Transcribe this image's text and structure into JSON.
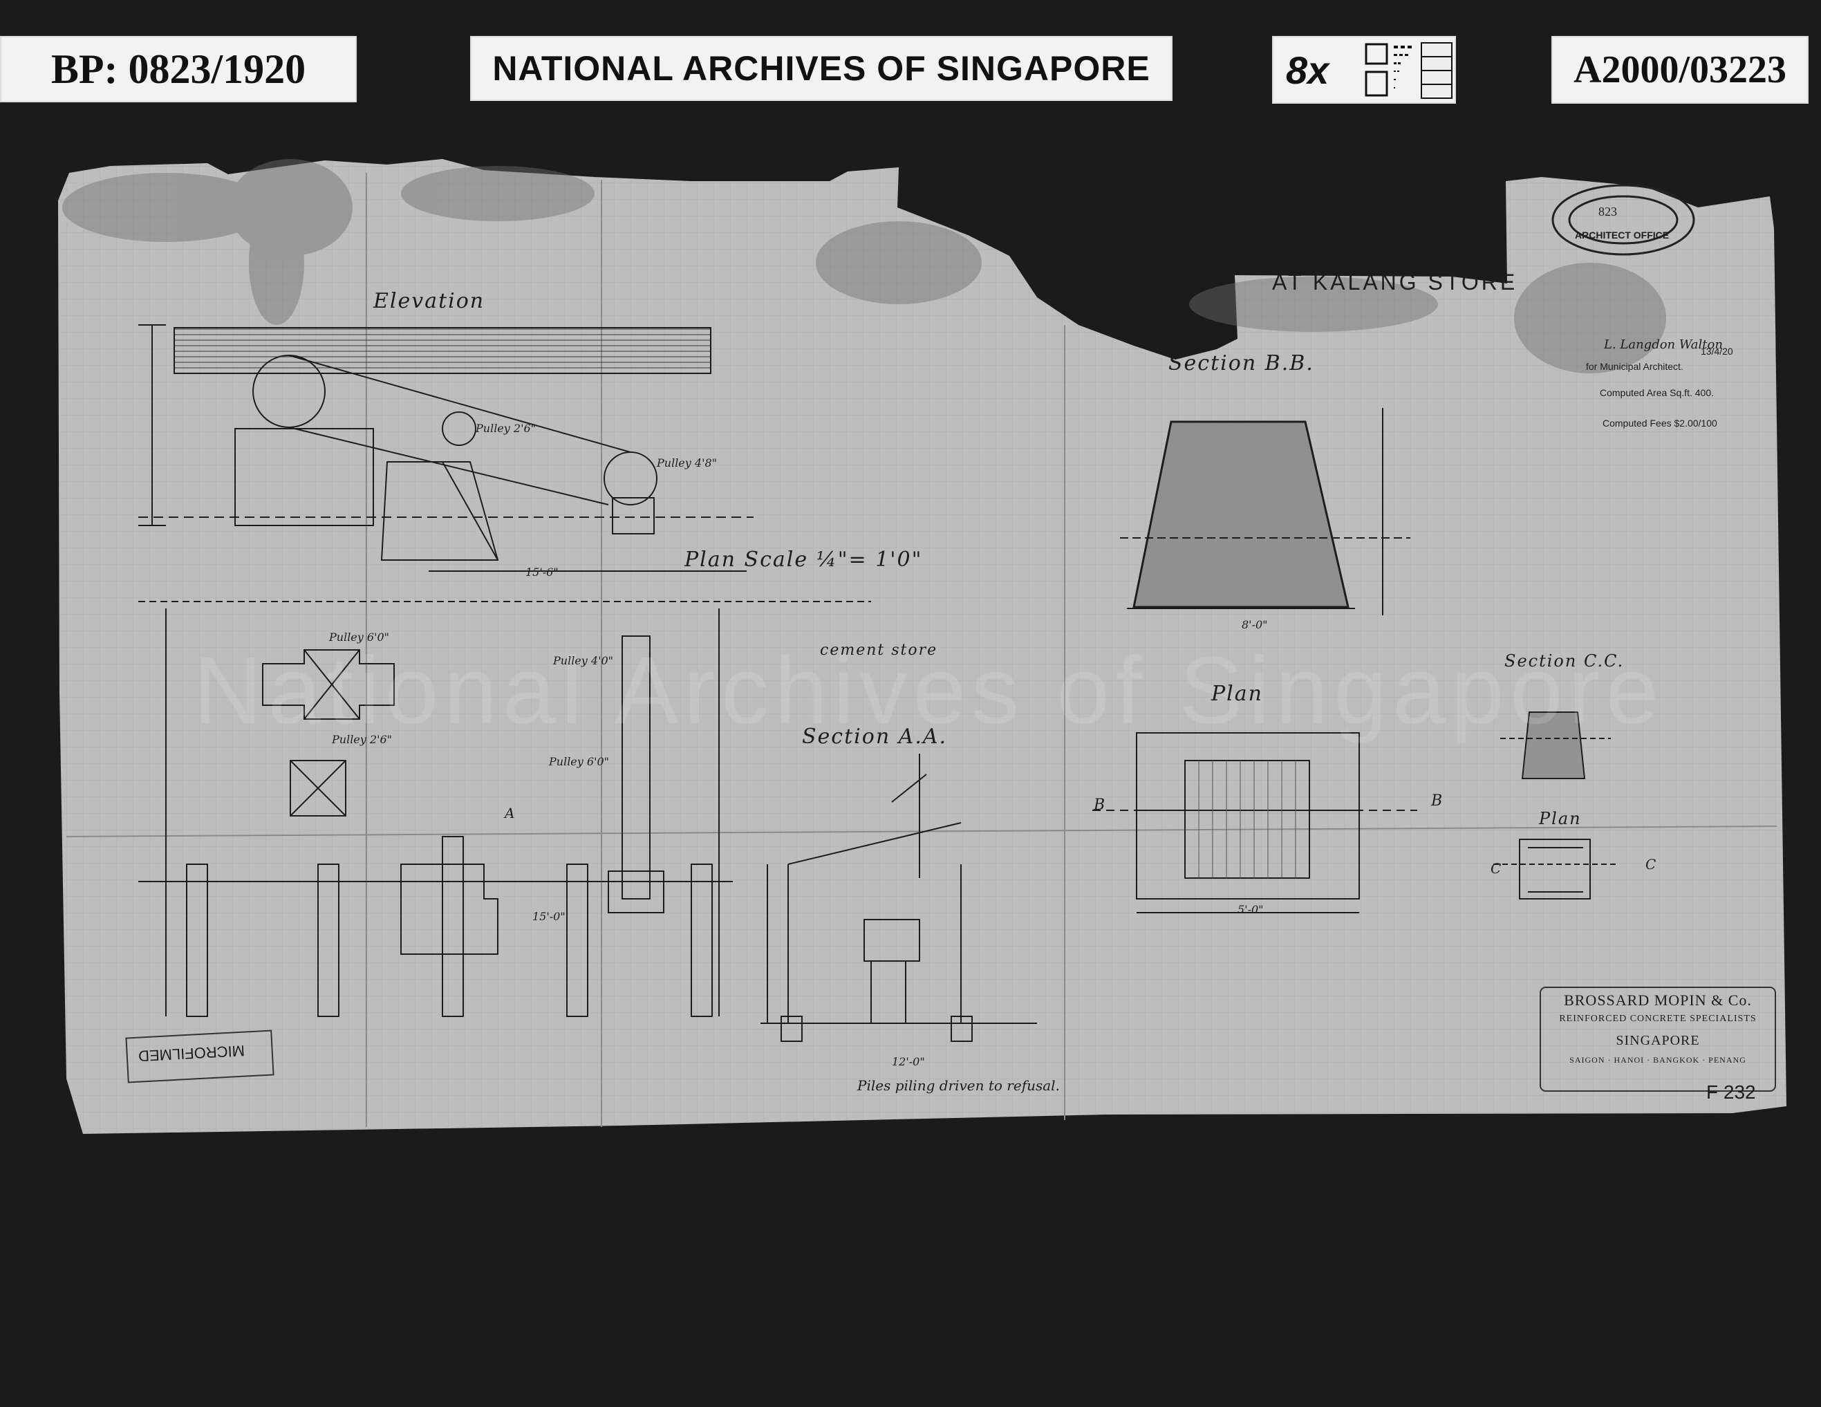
{
  "header": {
    "bp_label": "BP: 0823/1920",
    "archive_banner": "NATIONAL ARCHIVES OF SINGAPORE",
    "magnification": "8x",
    "reference": "A2000/03223"
  },
  "watermark": "National Archives of Singapore",
  "drawing": {
    "elevation_title": "Elevation",
    "plan_title": "Plan Scale ¼\"= 1'0\"",
    "cement_store": "cement store",
    "section_aa": "Section A.A.",
    "section_bb": "Section B.B.",
    "section_cc": "Section C.C.",
    "plan_bb": "Plan",
    "plan_cc": "Plan",
    "at_kalang_store": "AT KALANG STORE",
    "pulley_a": "Pulley 2'6\"",
    "pulley_b": "Pulley 4'8\"",
    "pulley_c": "Pulley 6'0\"",
    "pulley_d": "Pulley 4'0\"",
    "pulley_e": "Pulley 2'6\"",
    "pulley_f": "Pulley 6'0\"",
    "marker_b_left": "B",
    "marker_b_right": "B",
    "marker_c_left": "C",
    "marker_c_right": "C",
    "marker_a": "A",
    "dim_15_6": "15'-6\"",
    "dim_15_0": "15'-0\"",
    "dim_12_0": "12'-0\"",
    "dim_5_0": "5'-0\"",
    "dim_8_0": "8'-0\"",
    "piling_note": "Piles piling driven to refusal.",
    "architect_office_stamp": {
      "top": "823",
      "bottom": "ARCHITECT OFFICE"
    },
    "approval": {
      "signature": "L. Langdon Walton",
      "for_line": "for Municipal Architect.",
      "date": "13/4/20",
      "computed_area": "Computed Area Sq.ft. 400.",
      "computed_fees": "Computed Fees $2.00/100"
    },
    "contractor_stamp": {
      "line1": "BROSSARD MOPIN & Co.",
      "line2": "REINFORCED CONCRETE SPECIALISTS",
      "line3": "SINGAPORE",
      "line4": "SAIGON · HANOI · BANGKOK · PENANG"
    },
    "microfilmed_stamp": "MICROFILMED",
    "sheet_number": "F 232"
  },
  "colors": {
    "background": "#1b1b1c",
    "label_bg": "#f2f2f2",
    "paper": "#b9b9b9",
    "ink": "#1d1d1d"
  }
}
